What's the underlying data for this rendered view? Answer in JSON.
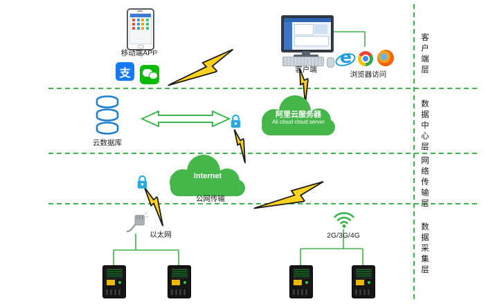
{
  "diagram": {
    "type": "network-architecture",
    "layers": {
      "client": {
        "mobile_app": "移动端APP",
        "alipay_char": "支",
        "client": "客户端",
        "browser_access": "浏览器访问",
        "layer_name": "客户端层"
      },
      "data_center": {
        "cloud_db": "云数据库",
        "ali_cloud_cn": "阿里云服务器",
        "ali_cloud_en": "Ali cloud cloud server",
        "layer_name": "数据中心层"
      },
      "network": {
        "internet": "Internet",
        "public_transmission": "公网传输",
        "layer_name": "网络传输层"
      },
      "collection": {
        "ethernet": "以太网",
        "cellular": "2G/3G/4G",
        "layer_name": "数据采集层"
      }
    },
    "colors": {
      "line_green": "#3bb54a",
      "cloud_green": "#45b649",
      "lock_blue": "#29abe2",
      "database_blue": "#1e7fd0",
      "bolt_yellow": "#ffd21e",
      "alipay_blue": "#1677ff",
      "wechat_green": "#09bb07"
    }
  }
}
